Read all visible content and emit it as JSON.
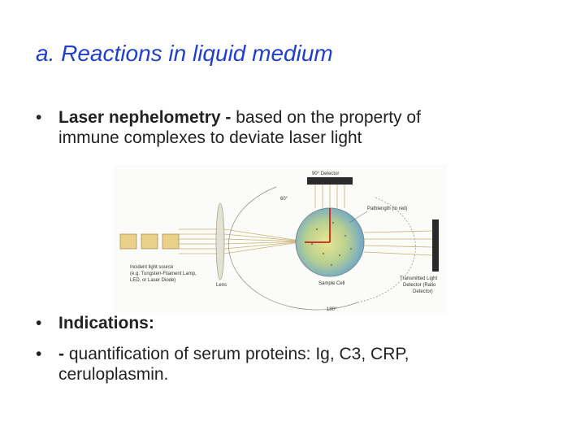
{
  "slide": {
    "title": "a. Reactions in liquid medium",
    "bullets": [
      {
        "symbol": "•",
        "bold": "Laser nephelometry -",
        "text": " based on the property of",
        "text2": "immune complexes to deviate laser light"
      },
      {
        "symbol": "•",
        "bold": "Indications:",
        "text": ""
      },
      {
        "symbol": "•",
        "bold": "-",
        "text": " quantification of serum proteins: Ig, C3, CRP,",
        "text2": "ceruloplasmin."
      }
    ]
  },
  "figure": {
    "labels": {
      "detector_top": "90° Detector",
      "angle_60": "60°",
      "pathlength": "Pathlength (in red)",
      "source_1": "Incident light source",
      "source_2": "(e.g. Tungsten-Filament Lamp,",
      "source_3": "LED, or Laser Diode)",
      "lens": "Lens",
      "sample_cell": "Sample Cell",
      "angle_180": "180°",
      "transmitted_1": "Transmitted Light",
      "transmitted_2": "Detector (Ratio",
      "transmitted_3": "Detector)"
    },
    "colors": {
      "title": "#1f3fcf",
      "lamp": "#e8cf8a",
      "pathlength": "#d42020",
      "detector": "#2a2a2a"
    }
  }
}
